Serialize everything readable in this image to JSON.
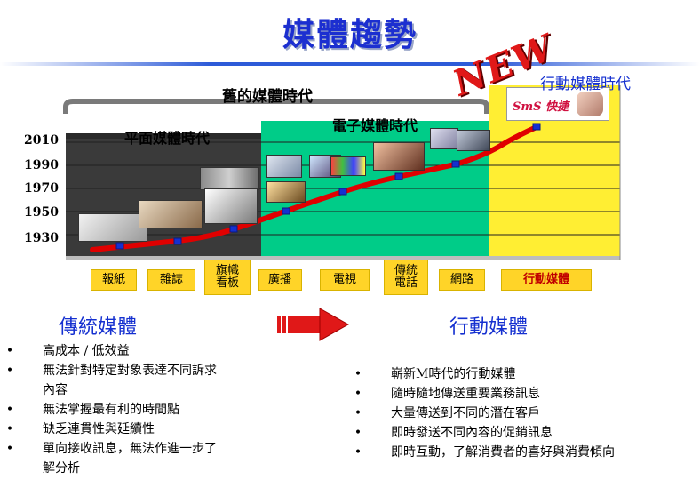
{
  "title": "媒體趨勢",
  "new_badge": "NEW",
  "eras": {
    "old": "舊的媒體時代",
    "mobile": "行動媒體時代",
    "print": "平面媒體時代",
    "electronic": "電子媒體時代"
  },
  "y_axis_ticks": [
    "2010",
    "1990",
    "1970",
    "1950",
    "1930"
  ],
  "media": [
    {
      "label": "報紙"
    },
    {
      "label": "雜誌"
    },
    {
      "label": "旗幟\n看板"
    },
    {
      "label": "廣播"
    },
    {
      "label": "電視"
    },
    {
      "label": "傳統\n電話"
    },
    {
      "label": "網路"
    },
    {
      "label": "行動媒體"
    }
  ],
  "sms_logo_text": "SmS 快捷",
  "traditional": {
    "heading": "傳統媒體",
    "bullets": [
      "高成本 / 低效益",
      "無法針對特定對象表達不同訴求\n內容",
      "無法掌握最有利的時間點",
      "缺乏連貫性與延續性",
      "單向接收訊息，無法作進一步了\n解分析"
    ]
  },
  "mobile": {
    "heading": "行動媒體",
    "bullets": [
      "嶄新M時代的行動媒體",
      "隨時隨地傳送重要業務訊息",
      "大量傳送到不同的潛在客戶",
      "即時發送不同內容的促銷訊息",
      "即時互動，了解消費者的喜好與消費傾向"
    ]
  },
  "colors": {
    "title": "#1c2fd0",
    "print_zone": "#3a3a3a",
    "electronic_zone": "#00cc88",
    "mobile_zone": "#ffee33",
    "trend_line": "#e00000",
    "marker": "#1530d0",
    "media_box": "#ffd428",
    "arrow": "#e01818"
  },
  "icons": {
    "bullet": "•"
  }
}
